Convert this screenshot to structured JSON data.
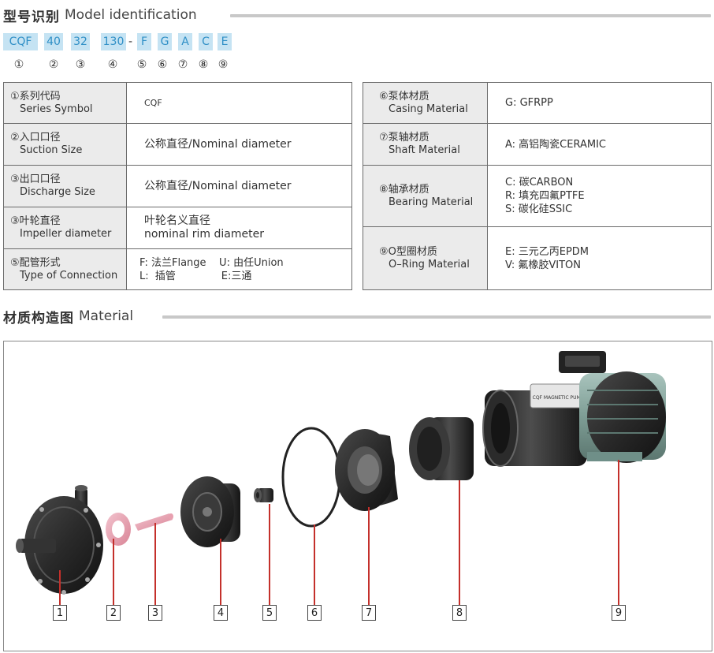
{
  "model_section": {
    "title_cn": "型号识别",
    "title_en": "Model identification"
  },
  "code_parts": [
    {
      "text": "CQF",
      "num": "①"
    },
    {
      "text": "40",
      "num": "②"
    },
    {
      "text": "32",
      "num": "③"
    },
    {
      "text": "130",
      "num": "④"
    },
    {
      "text": "F",
      "num": "⑤"
    },
    {
      "text": "G",
      "num": "⑥"
    },
    {
      "text": "A",
      "num": "⑦"
    },
    {
      "text": "C",
      "num": "⑧"
    },
    {
      "text": "E",
      "num": "⑨"
    }
  ],
  "code_separator": "-",
  "left_table": [
    {
      "label_cn": "①系列代码",
      "label_en": "Series Symbol",
      "value": [
        "CQF"
      ]
    },
    {
      "label_cn": "②入口口径",
      "label_en": "Suction Size",
      "value": [
        "公称直径/Nominal diameter"
      ]
    },
    {
      "label_cn": "③出口口径",
      "label_en": "Discharge Size",
      "value": [
        "公称直径/Nominal diameter"
      ]
    },
    {
      "label_cn": "③叶轮直径",
      "label_en": "Impeller diameter",
      "value": [
        "叶轮名义直径",
        "nominal rim diameter"
      ]
    },
    {
      "label_cn": "⑤配管形式",
      "label_en": "Type of Connection",
      "value": [
        "F: 法兰Flange    U: 由任Union",
        "L:  插管              E:三通"
      ]
    }
  ],
  "right_table": [
    {
      "label_cn": "⑥泵体材质",
      "label_en": "Casing Material",
      "value": [
        "G: GFRPP"
      ]
    },
    {
      "label_cn": "⑦泵轴材质",
      "label_en": "Shaft Material",
      "value": [
        "A: 高铝陶瓷CERAMIC"
      ]
    },
    {
      "label_cn": "⑧轴承材质",
      "label_en": "Bearing Material",
      "value": [
        "C: 碳CARBON",
        "R: 填充四氟PTFE",
        "S: 碳化硅SSIC"
      ]
    },
    {
      "label_cn": "⑨O型圈材质",
      "label_en": "O–Ring Material",
      "value": [
        "E: 三元乙丙EPDM",
        "V: 氟橡胶VITON"
      ]
    }
  ],
  "material_section": {
    "title_cn": "材质构造图",
    "title_en": "Material"
  },
  "part_numbers": [
    "1",
    "2",
    "3",
    "4",
    "5",
    "6",
    "7",
    "8",
    "9"
  ],
  "motor_plate_text": "CQF MAGNETIC PUMP",
  "colors": {
    "code_box_bg": "#c5e3f3",
    "code_text": "#2f8fc6",
    "leader_red": "#c4302b",
    "pump_dark": "#2b2b2b",
    "motor_green": "#8fb0a8",
    "ptfe_pink": "#e8a0b0"
  }
}
